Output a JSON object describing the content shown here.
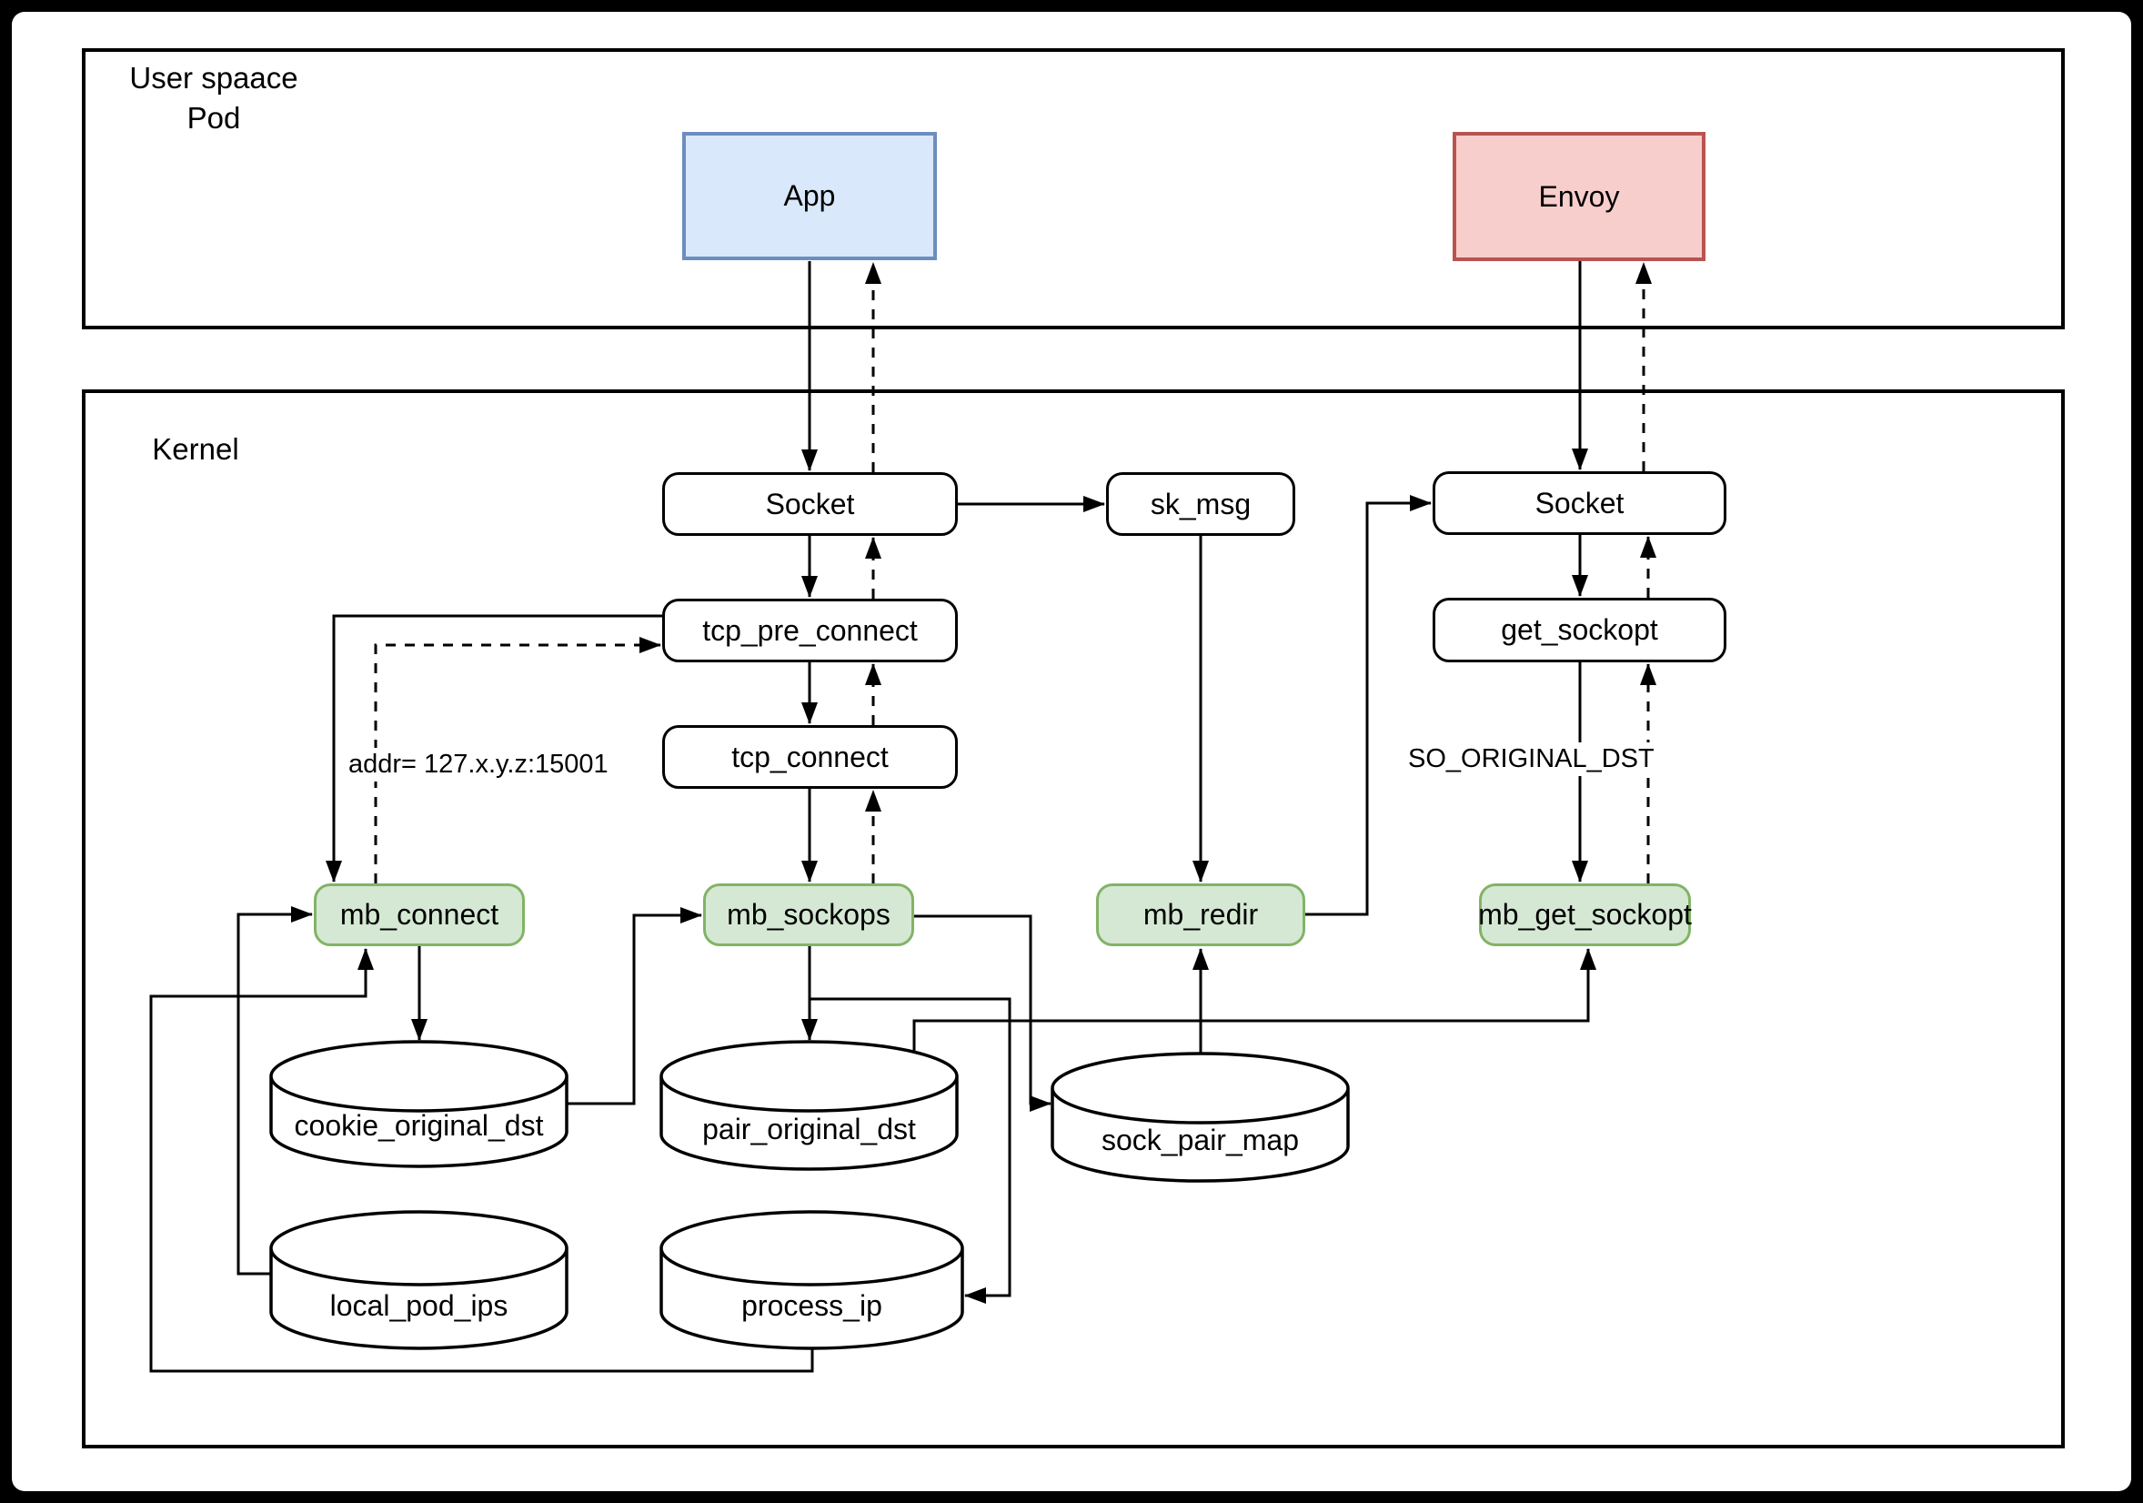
{
  "diagram": {
    "containers": {
      "user_space": {
        "line1": "User spaace",
        "line2": "Pod"
      },
      "kernel": {
        "label": "Kernel"
      }
    },
    "nodes": {
      "app": {
        "label": "App"
      },
      "envoy": {
        "label": "Envoy"
      },
      "socket_left": {
        "label": "Socket"
      },
      "sk_msg": {
        "label": "sk_msg"
      },
      "socket_right": {
        "label": "Socket"
      },
      "tcp_pre_connect": {
        "label": "tcp_pre_connect"
      },
      "tcp_connect": {
        "label": "tcp_connect"
      },
      "get_sockopt": {
        "label": "get_sockopt"
      },
      "mb_connect": {
        "label": "mb_connect"
      },
      "mb_sockops": {
        "label": "mb_sockops"
      },
      "mb_redir": {
        "label": "mb_redir"
      },
      "mb_get_sockopt": {
        "label": "mb_get_sockopt"
      }
    },
    "maps": {
      "cookie_original_dst": {
        "label": "cookie_original_dst"
      },
      "pair_original_dst": {
        "label": "pair_original_dst"
      },
      "sock_pair_map": {
        "label": "sock_pair_map"
      },
      "local_pod_ips": {
        "label": "local_pod_ips"
      },
      "process_ip": {
        "label": "process_ip"
      }
    },
    "edge_labels": {
      "addr_redirect": "addr= 127.x.y.z:15001",
      "so_original_dst": "SO_ORIGINAL_DST"
    },
    "colors": {
      "app_fill": "#dae8fc",
      "app_stroke": "#6c8ebf",
      "envoy_fill": "#f8cecc",
      "envoy_stroke": "#b85450",
      "ebpf_fill": "#d5e8d4",
      "ebpf_stroke": "#82b366",
      "node_fill": "#ffffff",
      "line": "#000000",
      "frame": "#000000",
      "background": "#ffffff"
    }
  }
}
